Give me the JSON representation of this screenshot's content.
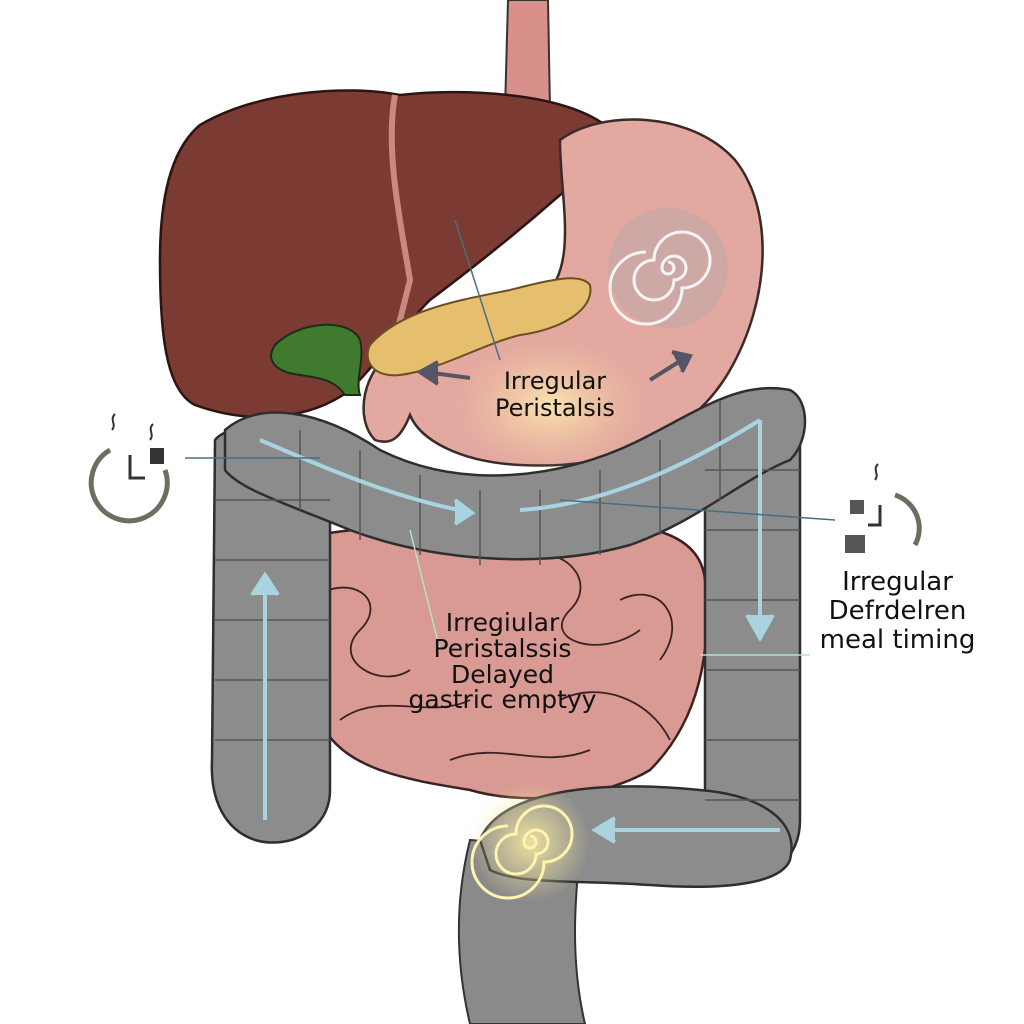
{
  "labels": {
    "stomach": [
      "Irregular",
      "Peristalsis"
    ],
    "center": [
      "Irregiular",
      "Peristalssis",
      "Delayed",
      "gastric emptyy"
    ],
    "right": [
      "Irregular",
      "Defrdelren",
      "meal timing"
    ]
  },
  "colors": {
    "liver": "#7b3b33",
    "stomach": "#e3a9a0",
    "pancreas": "#e6bf6e",
    "gallbladder": "#3f7a2f",
    "colon": "#8c8c8c",
    "small_intestine": "#d99a93",
    "arrow": "#a9d3df"
  },
  "icons": [
    "irregular-clock-icon-left",
    "irregular-clock-icon-right",
    "stomach-spiral-icon",
    "colon-spiral-icon"
  ]
}
